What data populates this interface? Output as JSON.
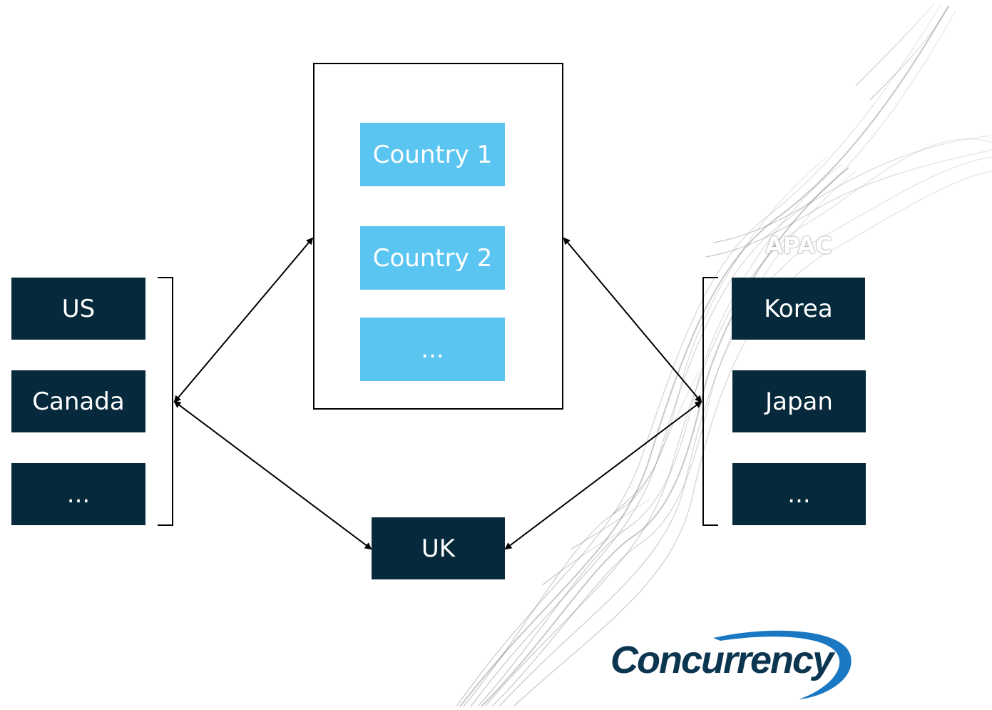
{
  "regions": {
    "americas": [
      "US",
      "Canada",
      "..."
    ],
    "apac_label": "APAC",
    "apac": [
      "Korea",
      "Japan",
      "..."
    ],
    "uk": "UK"
  },
  "container": {
    "items": [
      "Country 1",
      "Country 2",
      "..."
    ]
  },
  "logo": {
    "text": "Concurrency"
  },
  "colors": {
    "dark_box": "#062a3c",
    "light_box": "#5bc5f2",
    "logo_text": "#0c3550",
    "logo_swoosh": "#1a78c2"
  }
}
